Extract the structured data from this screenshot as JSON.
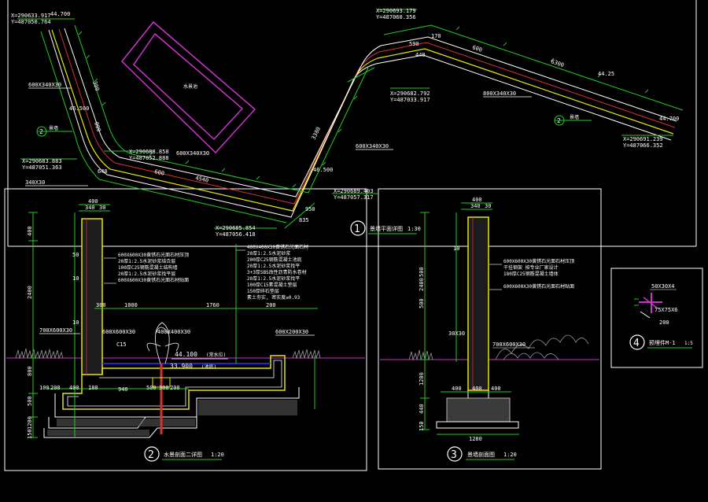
{
  "colors": {
    "background": "#000000",
    "white": "#ffffff",
    "green": "#22cc22",
    "yellow": "#e8e800",
    "red": "#d83030",
    "magenta": "#cc33cc",
    "blue": "#3333ff",
    "cyan": "#33cccc",
    "grey": "#9a9a9a"
  },
  "plan": {
    "coords": [
      "X=290633.917",
      "Y=487050.764",
      "X=290693.179",
      "Y=487060.356",
      "X=290682.792",
      "Y=487033.917",
      "X=290688.858",
      "Y=487052.888",
      "X=290683.883",
      "Y=487051.363",
      "X=290685.854",
      "Y=487056.418",
      "X=290689.403",
      "Y=487057.317",
      "X=290691.239",
      "Y=487066.352"
    ],
    "dims": [
      "44.700",
      "44.25",
      "44.700",
      "46.500",
      "46.500",
      "300",
      "800",
      "4540",
      "3380",
      "6300",
      "600",
      "440",
      "170",
      "590",
      "835",
      "950",
      "640",
      "600"
    ],
    "wall_specs": [
      "600X340X30",
      "340X30",
      "600X340X30",
      "600X340X30",
      "800X340X30"
    ],
    "pool_label": "水景池",
    "tag_label": "景墙",
    "view_title": "景墙平面详图",
    "view_scale": "1:30",
    "view_no": "1"
  },
  "section2": {
    "view_no": "2",
    "view_title": "水景剖面二详图",
    "view_scale": "1:20",
    "elev_water": "44.100",
    "elev_water_note": "(常水位)",
    "elev_bottom": "33.900",
    "elev_bottom_note": "(池底)",
    "dims_top": [
      "400",
      "340",
      "30"
    ],
    "dims_left": [
      "400",
      "2400",
      "50",
      "10",
      "10",
      "800",
      "500",
      "1200",
      "150"
    ],
    "dims_bottom": [
      "100",
      "200",
      "400",
      "180",
      "940",
      "500",
      "300",
      "200"
    ],
    "dims_mid": [
      "1000",
      "1760",
      "200",
      "300"
    ],
    "item_labels": [
      "700X600X30",
      "600X600X30",
      "600X200X30",
      "400X400X30",
      "C15"
    ],
    "notes": [
      "600X600X30黄锈石光面石材压顶",
      "20厚1:2.5水泥砂浆结合层",
      "100厚C25钢筋混凝土结构墙",
      "20厚1:2.5水泥砂浆找平层",
      "600X600X30黄锈石光面石材贴面"
    ],
    "notes_right": [
      "400X400X30黄锈石光面石材",
      "20厚1:2.5水泥砂浆",
      "200厚C25钢筋混凝土池底",
      "20厚1:2.5水泥砂浆找平",
      "3+3厚SBS改性沥青防水卷材",
      "20厚1:2.5水泥砂浆找平",
      "100厚C15素混凝土垫层",
      "150厚碎石垫层",
      "素土夯实, 密实度≥0.93"
    ]
  },
  "section3": {
    "view_no": "3",
    "view_title": "景墙剖面图",
    "view_scale": "1:20",
    "dims_top": [
      "400",
      "340",
      "30"
    ],
    "dims_left": [
      "10",
      "2400",
      "500",
      "500",
      "1200",
      "440",
      "150"
    ],
    "dims_bottom": [
      "400",
      "1280"
    ],
    "item_labels": [
      "30X30",
      "700X600X30"
    ],
    "notes": [
      "600X600X30黄锈石光面石材压顶",
      "干挂钢架 按专业厂家设计",
      "180厚C25钢筋混凝土墙体",
      "600X600X30黄锈石光面石材贴面"
    ]
  },
  "detail4": {
    "view_no": "4",
    "view_title": "预埋件M-1",
    "view_scale": "1:5",
    "labels": [
      "50X30X4",
      "75X75X6",
      "200"
    ]
  }
}
